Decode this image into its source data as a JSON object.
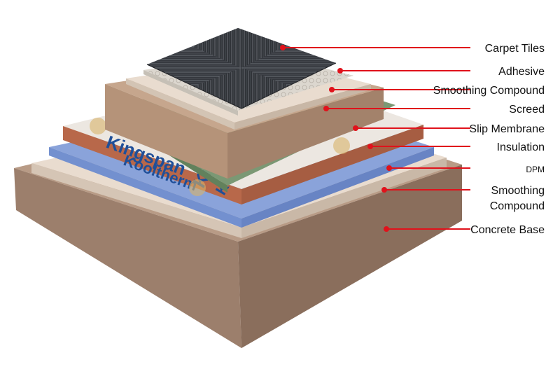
{
  "layers": [
    {
      "name": "Carpet Tiles"
    },
    {
      "name": "Adhesive"
    },
    {
      "name": "Smoothing Compound"
    },
    {
      "name": "Screed"
    },
    {
      "name": "Slip Membrane"
    },
    {
      "name": "Insulation"
    },
    {
      "name": "DPM"
    },
    {
      "name": "Smoothing Compound"
    },
    {
      "name": "Concrete Base"
    }
  ],
  "insulation_branding": {
    "brand": "Kingspan",
    "product": "Kooltherm"
  },
  "colors": {
    "leader_line": "#e0121b",
    "concrete": "#a98b76",
    "smoothing_compound": "#e9dccf",
    "dpm": "#7f9bd6",
    "insulation_foil": "#ece7e1",
    "insulation_core": "#b8684a",
    "slip_membrane": "#7b9874",
    "screed": "#bd9d84",
    "adhesive": "#d9d4cc",
    "carpet": "#3b3e44",
    "brand_text": "#1f4f99"
  }
}
